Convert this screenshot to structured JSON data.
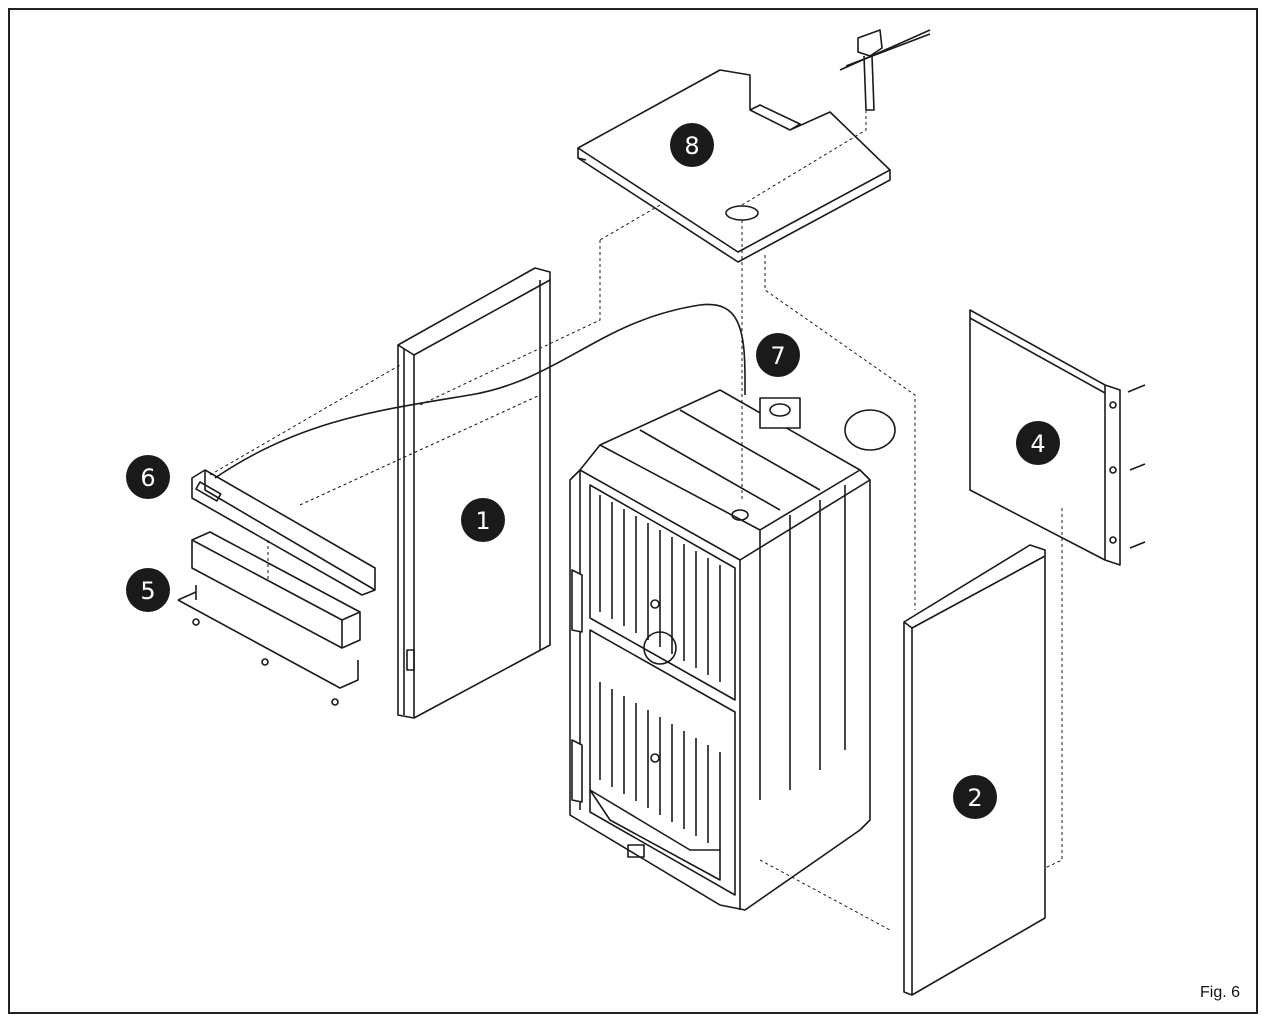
{
  "figure_label": "Fig. 6",
  "callouts": [
    "1",
    "2",
    "4",
    "5",
    "6",
    "7",
    "8"
  ],
  "colors": {
    "ink": "#1a1a1a",
    "callout_fill": "#1a1a1a",
    "panel_fill": "#ffffff"
  }
}
